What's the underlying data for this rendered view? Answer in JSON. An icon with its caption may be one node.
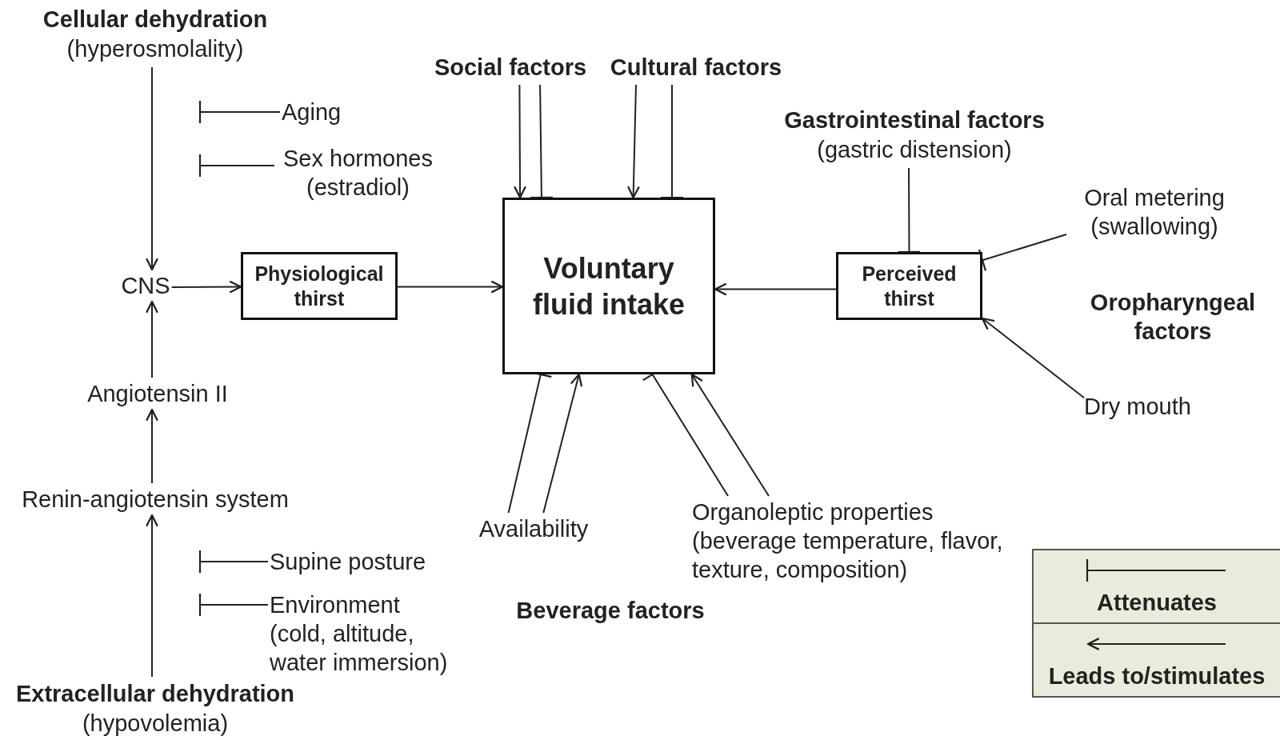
{
  "diagram": {
    "nodes": [
      {
        "text": [
          "Cellular dehydration",
          "(hyperosmolality)"
        ]
      },
      {
        "text": [
          "Aging"
        ]
      },
      {
        "text": [
          "Sex hormones (estradiol)"
        ]
      },
      {
        "text": [
          "CNS"
        ]
      },
      {
        "text": [
          "Physiological thirst"
        ]
      },
      {
        "text": [
          "Voluntary fluid intake"
        ]
      },
      {
        "text": [
          "Social factors"
        ]
      },
      {
        "text": [
          "Cultural factors"
        ]
      },
      {
        "text": [
          "Gastrointestinal factors",
          "(gastric distension)"
        ]
      },
      {
        "text": [
          "Perceived thirst"
        ]
      },
      {
        "text": [
          "Oral metering (swallowing)"
        ]
      },
      {
        "text": [
          "Dry mouth"
        ]
      },
      {
        "text": [
          "Angiotensin II"
        ]
      },
      {
        "text": [
          "Renin-angiotensin system"
        ]
      },
      {
        "text": [
          "Supine posture"
        ]
      },
      {
        "text": [
          "Environment (cold, altitude, water immersion)"
        ]
      },
      {
        "text": [
          "Extracellular dehydration",
          "(hypovolemia)"
        ]
      },
      {
        "text": [
          "Availability"
        ]
      },
      {
        "text": [
          "Organoleptic properties (beverage temperature, flavor, texture, composition)"
        ]
      }
    ],
    "edges": [
      {
        "from": 0,
        "to": 3,
        "arrow": "to"
      },
      {
        "from": 1,
        "to": null,
        "arrow": "other"
      },
      {
        "from": 2,
        "to": null,
        "arrow": "other"
      },
      {
        "from": 3,
        "to": 4,
        "arrow": "to"
      },
      {
        "from": 4,
        "to": 5,
        "arrow": "to"
      },
      {
        "from": 9,
        "to": 5,
        "arrow": "to"
      },
      {
        "from": 6,
        "to": 5,
        "arrow": "to"
      },
      {
        "from": 6,
        "to": 5,
        "arrow": "other"
      },
      {
        "from": 7,
        "to": 5,
        "arrow": "to"
      },
      {
        "from": 7,
        "to": 5,
        "arrow": "other"
      },
      {
        "from": 8,
        "to": 9,
        "arrow": "other"
      },
      {
        "from": 10,
        "to": 9,
        "arrow": "other"
      },
      {
        "from": 11,
        "to": 9,
        "arrow": "to"
      },
      {
        "from": 12,
        "to": 3,
        "arrow": "to"
      },
      {
        "from": 13,
        "to": 12,
        "arrow": "to"
      },
      {
        "from": 16,
        "to": 13,
        "arrow": "to"
      },
      {
        "from": 14,
        "to": null,
        "arrow": "other"
      },
      {
        "from": 15,
        "to": null,
        "arrow": "other"
      },
      {
        "from": 17,
        "to": 5,
        "arrow": "other"
      },
      {
        "from": 17,
        "to": 5,
        "arrow": "to"
      },
      {
        "from": 18,
        "to": 5,
        "arrow": "other"
      },
      {
        "from": 18,
        "to": 5,
        "arrow": "to"
      }
    ],
    "labels": [
      "Oropharyngeal factors",
      "Beverage factors"
    ],
    "legend": [
      {
        "text": "Attenuates"
      },
      {
        "text": "Leads to/stimulates"
      }
    ]
  }
}
